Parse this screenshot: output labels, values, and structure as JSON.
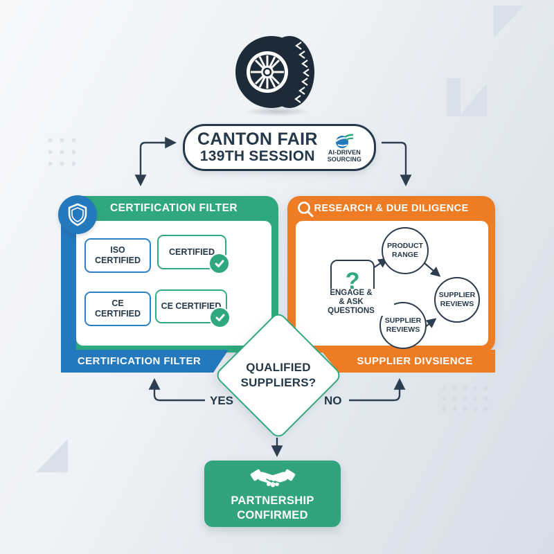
{
  "colors": {
    "green": "#2ea87c",
    "blue": "#2478bc",
    "orange": "#ee7c25",
    "navy": "#24384a"
  },
  "header": {
    "title_line1": "CANTON FAIR",
    "title_line2": "139TH SESSION",
    "logo_icon": "globe-swoosh-icon",
    "logo_line1": "AI-DRIVEN",
    "logo_line2": "SOURCING",
    "tire_icon": "tire-icon"
  },
  "left_panel": {
    "icon": "shield-icon",
    "title": "CERTIFICATION FILTER",
    "badges": [
      {
        "line1": "ISO",
        "line2": "CERTIFIED",
        "certified": false
      },
      {
        "line1": "CERTIFIED",
        "line2": "",
        "certified": true
      },
      {
        "line1": "CE",
        "line2": "CERTIFIED",
        "certified": false
      },
      {
        "line1": "CE CERTIFIED",
        "line2": "",
        "certified": true
      }
    ],
    "check_icon": "check-icon",
    "banner": "CERTIFICATION FILTER"
  },
  "right_panel": {
    "icon": "search-icon",
    "title": "RESEARCH & DUE DILIGENCE",
    "question_mark": "?",
    "engage_line1": "ENGAGE &",
    "engage_line2": "& ASK",
    "engage_line3": "QUESTIONS",
    "node_product_line1": "PRODUCT",
    "node_product_line2": "RANGE",
    "node_supplier_bottom_line1": "SUPPLIER",
    "node_supplier_bottom_line2": "REVIEWS",
    "node_supplier_right_line1": "SUPPLIER",
    "node_supplier_right_line2": "REVIEWS",
    "banner": "SUPPLIER DIVSIENCE"
  },
  "decision": {
    "line1": "QUALIFIED",
    "line2": "SUPPLIERS?",
    "yes": "YES",
    "no": "NO"
  },
  "result": {
    "icon": "handshake-icon",
    "line1": "PARTNERSHIP",
    "line2": "CONFIRMED"
  }
}
